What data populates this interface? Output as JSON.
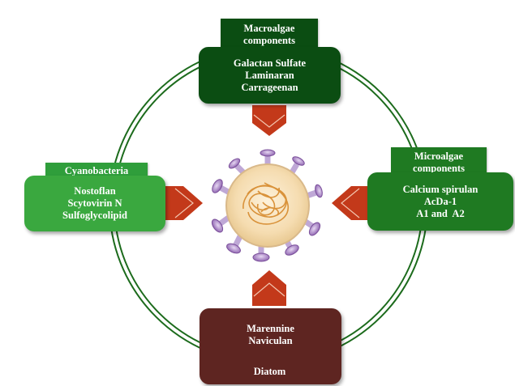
{
  "macroalgae": {
    "title_lines": [
      "Macroalgae",
      "components"
    ],
    "items": [
      "Galactan Sulfate",
      "Laminaran",
      "Carrageenan"
    ]
  },
  "microalgae": {
    "title_lines": [
      "Microalgae",
      "components"
    ],
    "items": [
      "Calcium spirulan",
      "AcDa-1",
      "A1 and  A2"
    ]
  },
  "cyanobacteria": {
    "title": "Cyanobacteria",
    "items": [
      "Nostoflan",
      "Scytovirin N",
      "Sulfoglycolipid"
    ]
  },
  "diatom": {
    "title": "Diatom",
    "items": [
      "Marennine",
      "Naviculan"
    ]
  },
  "colors": {
    "ring": "#1c6b1c",
    "arrow": "#c3391a",
    "macro": "#0b4d12",
    "micro": "#1f7a22",
    "cyano": "#3aa83f",
    "diatom": "#5e2521",
    "virus_core": "#f7e3bf",
    "spike": "#9a6fb8"
  }
}
